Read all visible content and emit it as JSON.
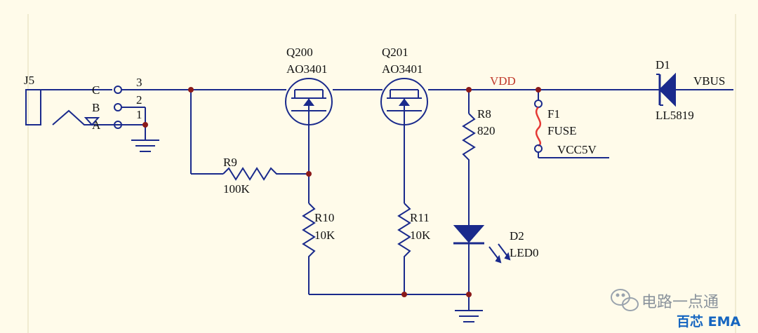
{
  "colors": {
    "background": "#fffbea",
    "wire": "#1a2a8c",
    "junction": "#8b1a1a",
    "fuse": "#e53935",
    "label": "#111111",
    "net_label": "#c0392b",
    "brand": "#1565c0"
  },
  "connector": {
    "ref": "J5",
    "pins": [
      {
        "num": "3",
        "name": "C"
      },
      {
        "num": "2",
        "name": "B"
      },
      {
        "num": "1",
        "name": "A"
      }
    ]
  },
  "q200": {
    "ref": "Q200",
    "part": "AO3401"
  },
  "q201": {
    "ref": "Q201",
    "part": "AO3401"
  },
  "r9": {
    "ref": "R9",
    "value": "100K"
  },
  "r10": {
    "ref": "R10",
    "value": "10K"
  },
  "r11": {
    "ref": "R11",
    "value": "10K"
  },
  "r8": {
    "ref": "R8",
    "value": "820"
  },
  "d2": {
    "ref": "D2",
    "part": "LED0"
  },
  "f1": {
    "ref": "F1",
    "part": "FUSE"
  },
  "d1": {
    "ref": "D1",
    "part": "LL5819"
  },
  "nets": {
    "vdd": "VDD",
    "vbus": "VBUS",
    "vcc5v": "VCC5V"
  },
  "watermark": {
    "channel": "电路一点通",
    "brand": "百芯 EMA",
    "icon": "wechat-icon"
  }
}
